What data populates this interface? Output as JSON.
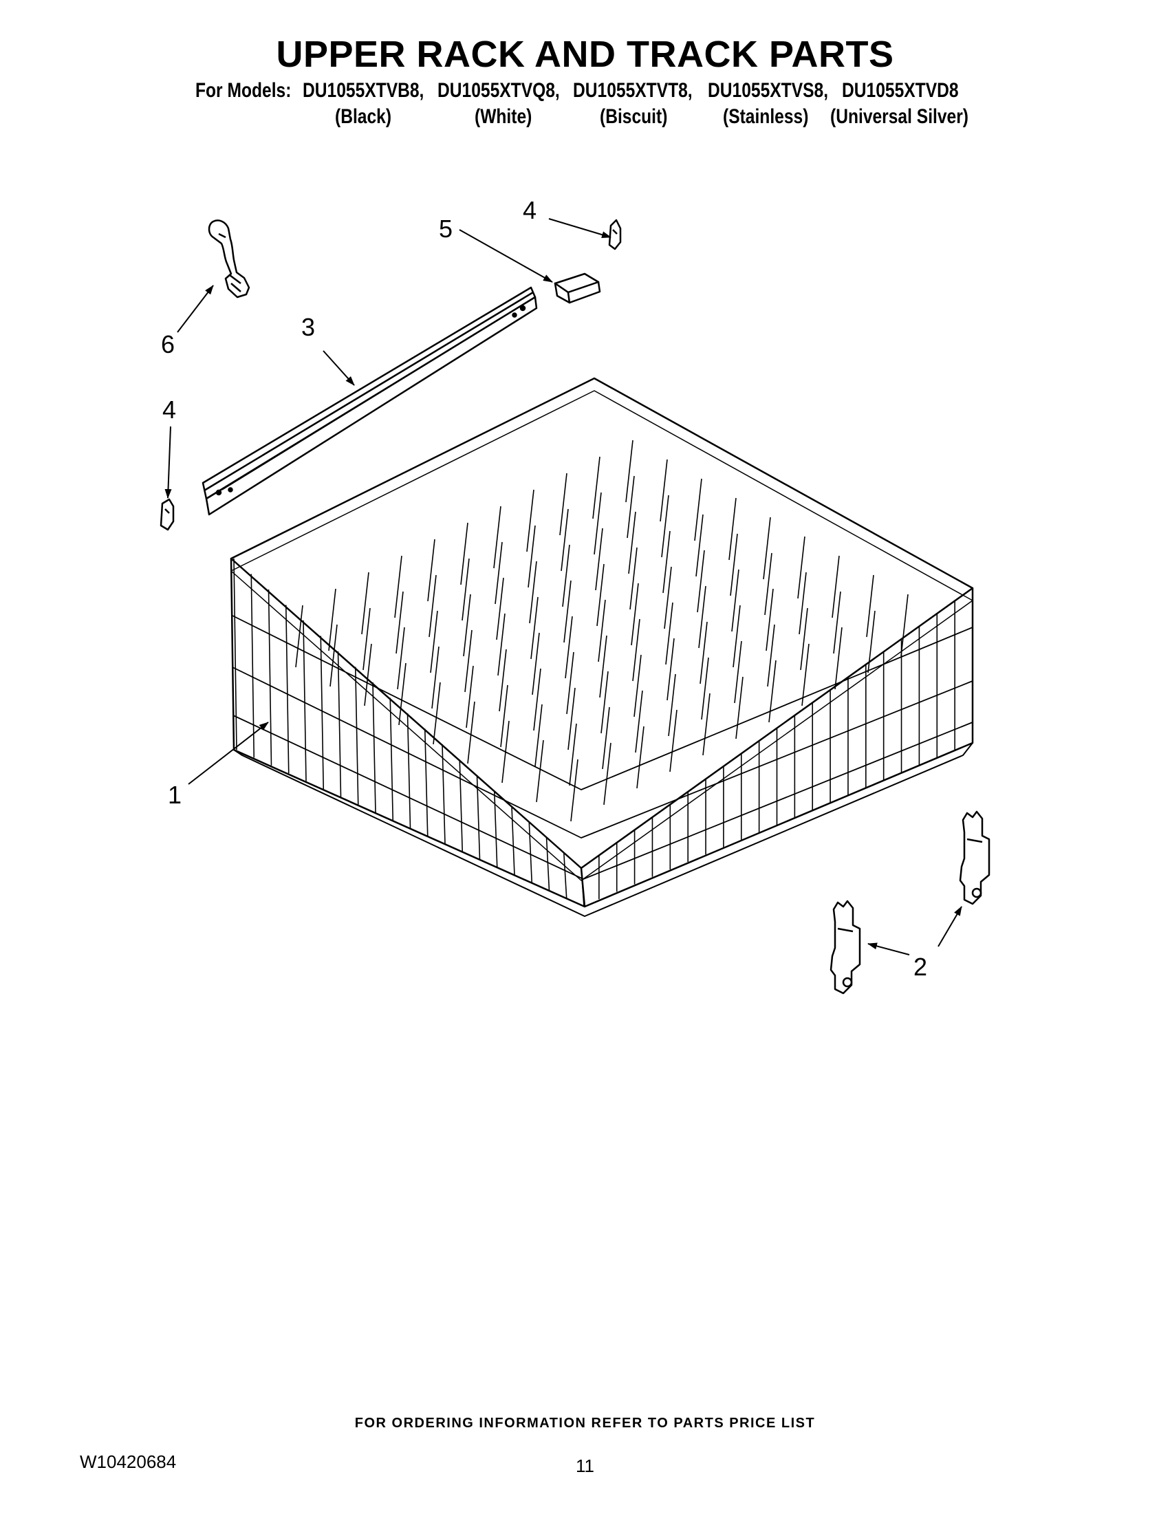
{
  "title": "UPPER RACK AND TRACK PARTS",
  "models": {
    "prefix": "For Models:",
    "list": [
      "DU1055XTVB8,",
      "DU1055XTVQ8,",
      "DU1055XTVT8,",
      "DU1055XTVS8,",
      "DU1055XTVD8"
    ],
    "colors": [
      "(Black)",
      "(White)",
      "(Biscuit)",
      "(Stainless)",
      "(Universal Silver)"
    ]
  },
  "callouts": {
    "part1": "1",
    "part2": "2",
    "part3": "3",
    "part4_top": "4",
    "part4_left": "4",
    "part5": "5",
    "part6": "6"
  },
  "footer": {
    "ordering_note": "FOR ORDERING INFORMATION REFER TO PARTS PRICE LIST",
    "doc_number": "W10420684",
    "page_number": "11"
  }
}
